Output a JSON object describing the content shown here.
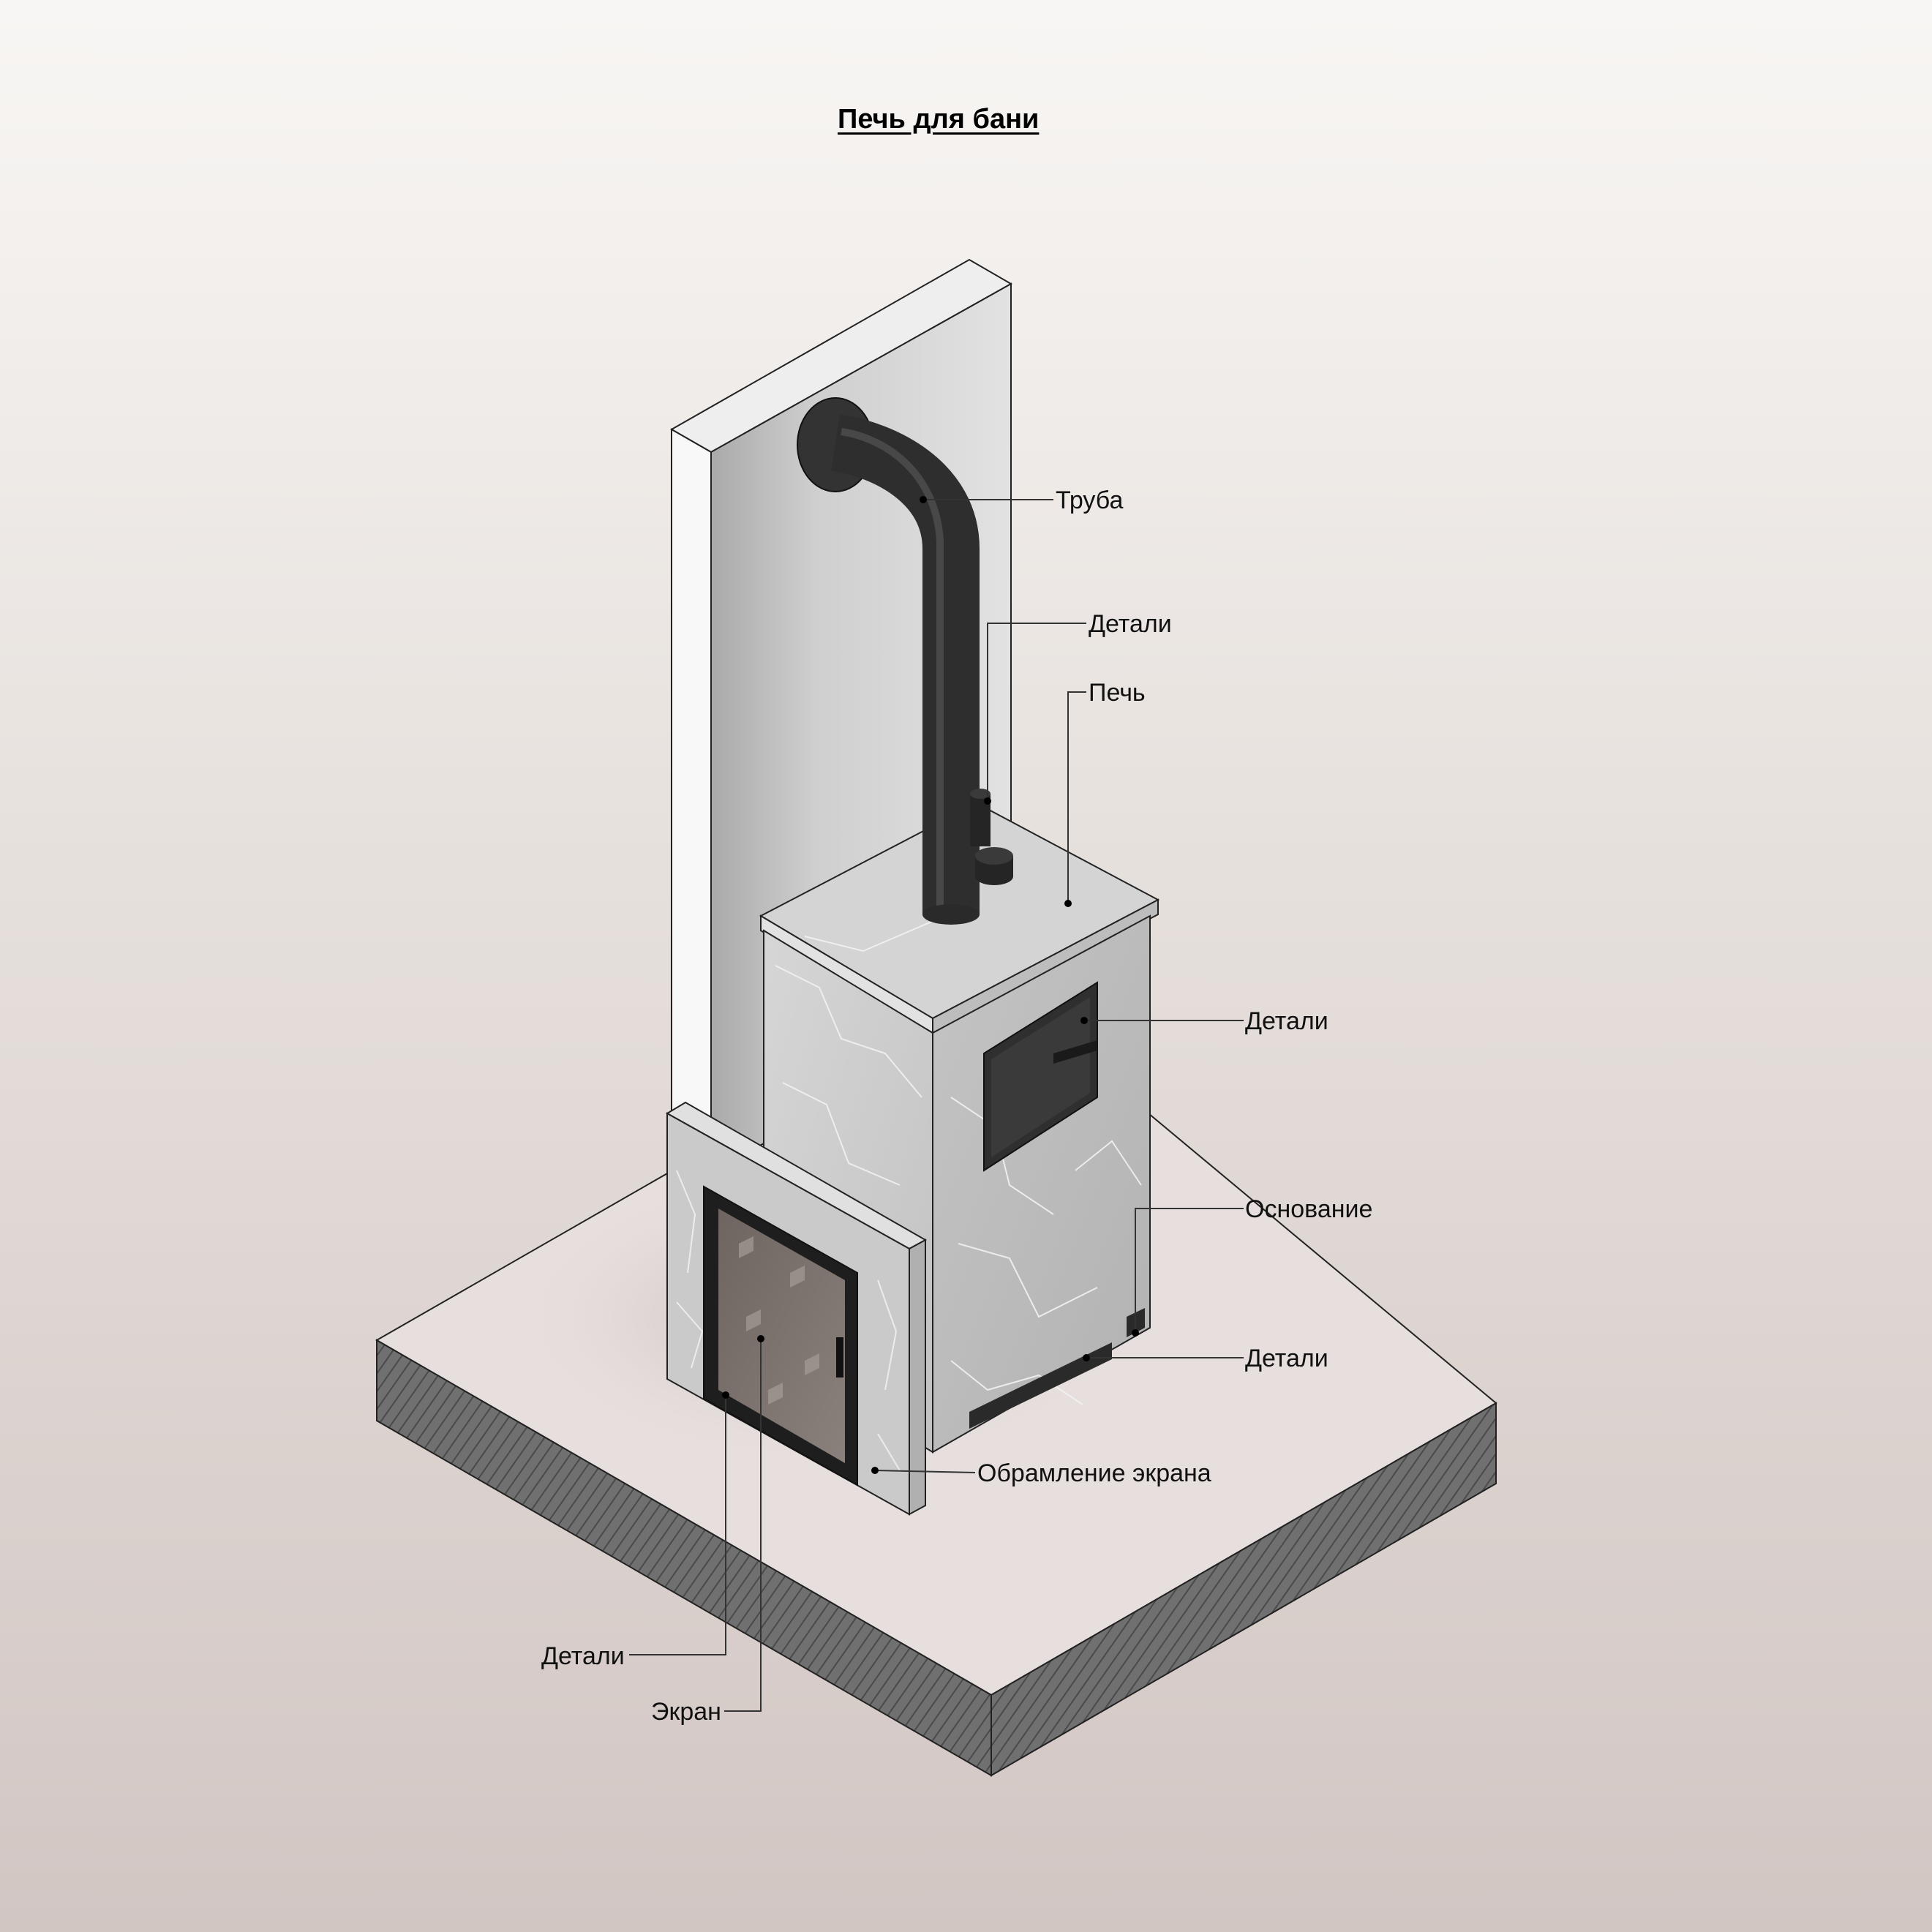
{
  "title": "Печь для бани",
  "labels": {
    "pipe": "Труба",
    "details_top": "Детали",
    "stove": "Печь",
    "details_door": "Детали",
    "base": "Основание",
    "details_bottom": "Детали",
    "screen_frame": "Обрамление экрана",
    "details_left": "Детали",
    "screen": "Экран"
  },
  "colors": {
    "wall": "#d8d8d8",
    "pipe": "#2e2e2e",
    "stone": "#cfcfcf",
    "floor_top": "#e4dcda",
    "floor_side": "#6f6f6f"
  }
}
